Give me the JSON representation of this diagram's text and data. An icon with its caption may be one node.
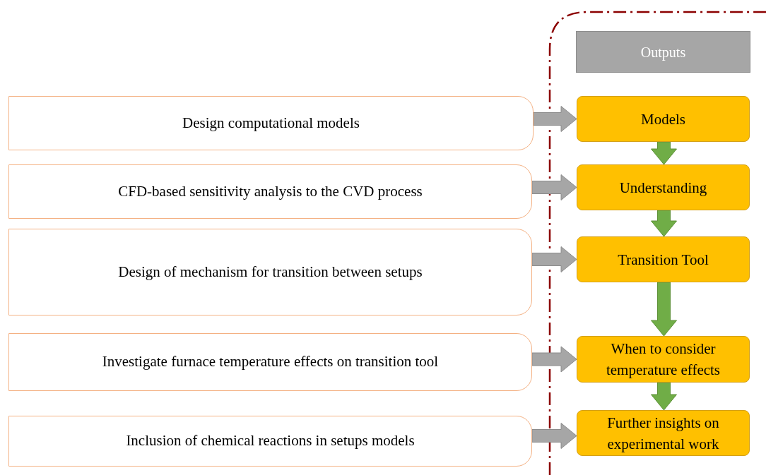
{
  "diagram": {
    "nodes": [
      {
        "text": [
          "Design computational models"
        ]
      },
      {
        "text": [
          "CFD-based sensitivity analysis to the CVD process"
        ]
      },
      {
        "text": [
          "Design of mechanism for transition between setups"
        ]
      },
      {
        "text": [
          "Investigate furnace temperature effects on transition tool"
        ]
      },
      {
        "text": [
          "Inclusion of chemical reactions in setups models"
        ]
      },
      {
        "text": [
          "Outputs"
        ]
      },
      {
        "text": [
          "Models"
        ]
      },
      {
        "text": [
          "Understanding"
        ]
      },
      {
        "text": [
          "Transition Tool"
        ]
      },
      {
        "text": [
          "When to consider temperature effects"
        ]
      },
      {
        "text": [
          "Further insights on experimental work"
        ]
      }
    ],
    "edges": [
      {
        "from": 0,
        "to": 6,
        "arrow": "to"
      },
      {
        "from": 1,
        "to": 7,
        "arrow": "to"
      },
      {
        "from": 2,
        "to": 8,
        "arrow": "to"
      },
      {
        "from": 3,
        "to": 9,
        "arrow": "to"
      },
      {
        "from": 4,
        "to": 10,
        "arrow": "to"
      },
      {
        "from": 6,
        "to": 7,
        "arrow": "to",
        "color": "#70ad47"
      },
      {
        "from": 7,
        "to": 8,
        "arrow": "to",
        "color": "#70ad47"
      },
      {
        "from": 8,
        "to": 9,
        "arrow": "to",
        "color": "#70ad47"
      },
      {
        "from": 9,
        "to": 10,
        "arrow": "to",
        "color": "#70ad47"
      }
    ]
  }
}
